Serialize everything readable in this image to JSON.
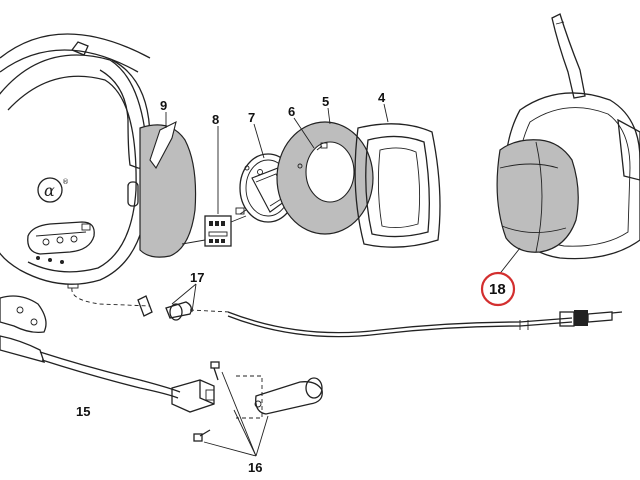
{
  "callouts": {
    "c4": "4",
    "c5": "5",
    "c6": "6",
    "c7": "7",
    "c8": "8",
    "c9": "9",
    "c15": "15",
    "c16": "16",
    "c17": "17",
    "c18": "18"
  },
  "logo": {
    "glyph": "α",
    "mark": "®"
  },
  "colors": {
    "line": "#222222",
    "shade": "#bdbdbd",
    "shade_dark": "#9a9a9a",
    "highlight_ring": "#d32f2f"
  },
  "highlighted_callout": "18"
}
